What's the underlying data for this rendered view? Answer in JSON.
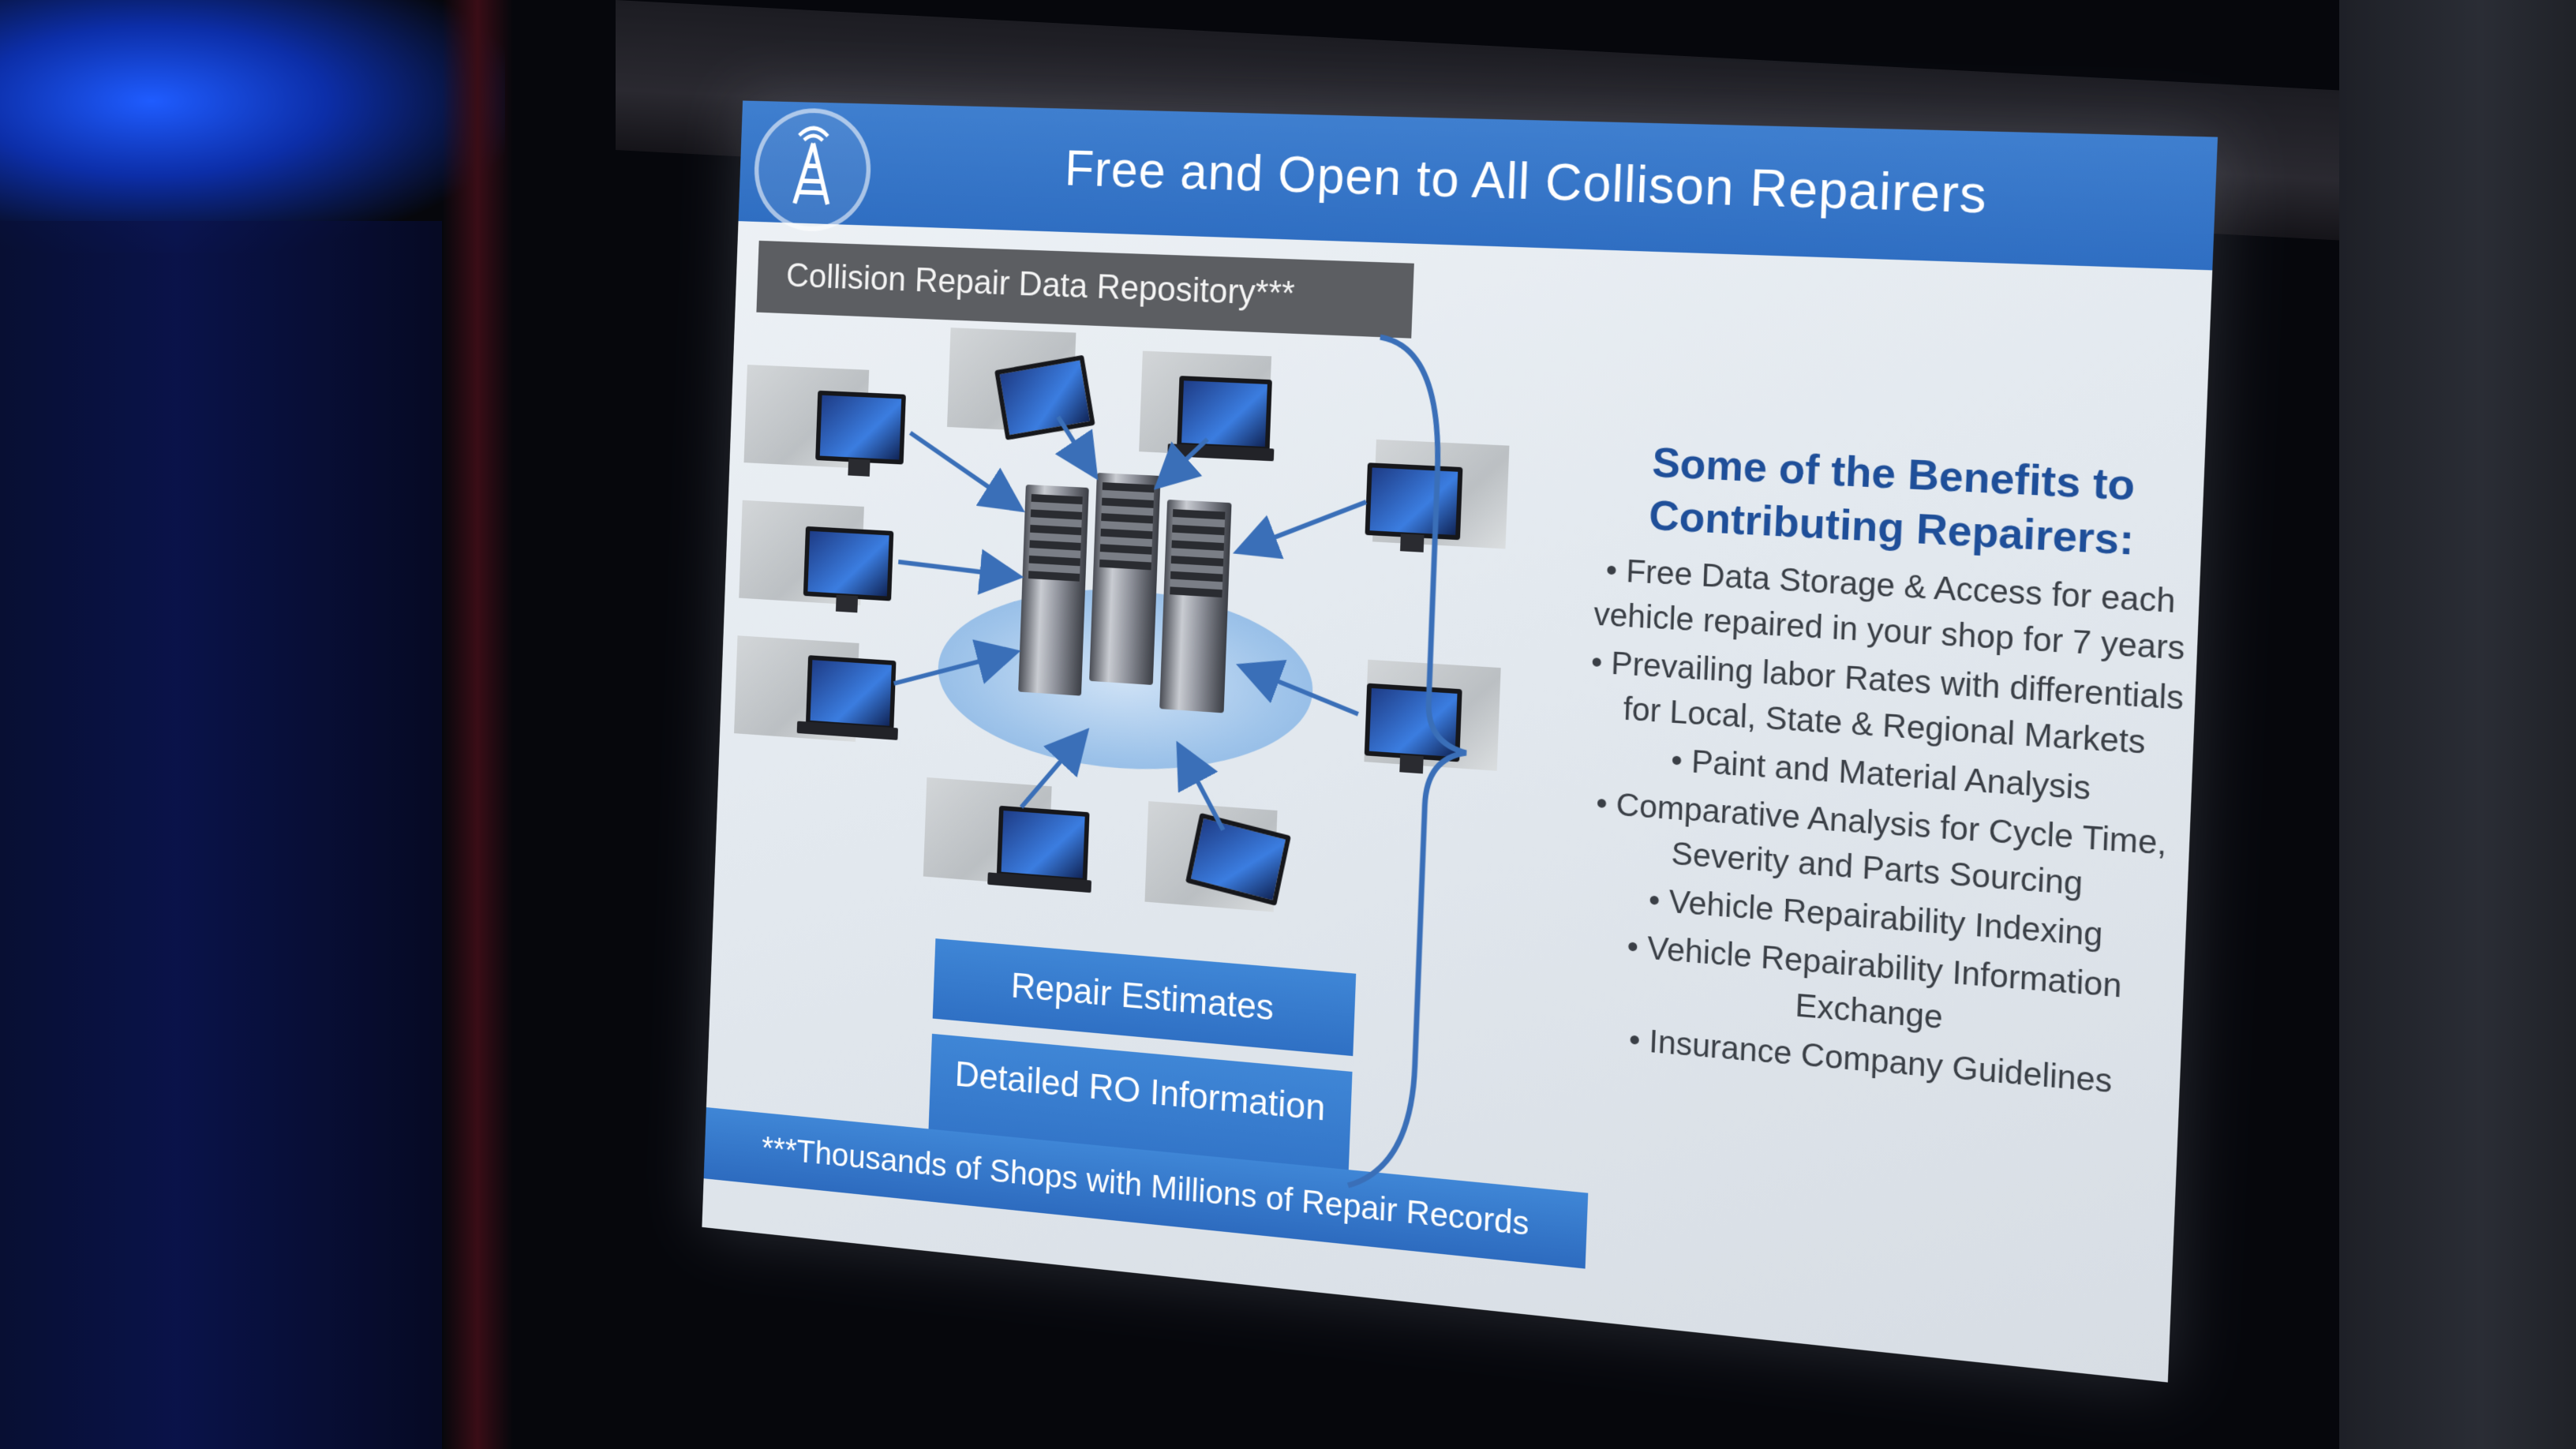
{
  "slide": {
    "title": "Free and Open to All Collison Repairers",
    "repository_label": "Collision Repair Data Repository***",
    "boxes": [
      "Repair Estimates",
      "Detailed RO Information"
    ],
    "footer": "***Thousands of Shops with Millions of Repair Records",
    "benefits_heading": "Some of the Benefits to Contributing Repairers:",
    "benefits": [
      "Free Data Storage & Access for each vehicle repaired in your shop for 7 years",
      "Prevailing labor Rates with differentials for Local, State & Regional Markets",
      "Paint and Material Analysis",
      "Comparative Analysis for Cycle Time, Severity and Parts Sourcing",
      "Vehicle Repairability Indexing",
      "Vehicle Repairability Information Exchange",
      "Insurance Company Guidelines"
    ]
  },
  "colors": {
    "title_bar": "#2f6ec2",
    "repository_bar": "#5c5e62",
    "heading_text": "#1f4f99",
    "body_text": "#3a3f46",
    "room_glow": "#1f5cff"
  },
  "icons": [
    "radio-tower-icon",
    "server-icon",
    "cloud-icon",
    "desktop-icon",
    "laptop-icon",
    "tablet-icon",
    "arrow-icon",
    "curly-brace-icon"
  ]
}
